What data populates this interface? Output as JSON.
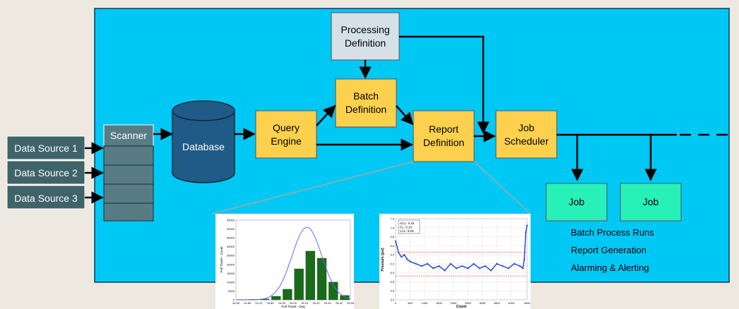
{
  "colors": {
    "page_bg": "#ede9e0",
    "panel_bg": "#00c8f5",
    "process_box": "#fdd14d",
    "definition_box": "#d6e1e7",
    "source_box": "#3e6369",
    "scanner_box": "#587c84",
    "database": "#1f5b86",
    "job_box": "#27f0b8",
    "bar_fill": "#1a6b1a",
    "line_series": "#1f3fe0",
    "limit_line": "#e03030"
  },
  "sources": [
    "Data Source 1",
    "Data Source 2",
    "Data Source 3"
  ],
  "scanner": {
    "label": "Scanner"
  },
  "database": {
    "label": "Database"
  },
  "query_engine": {
    "line1": "Query",
    "line2": "Engine"
  },
  "batch_definition": {
    "line1": "Batch",
    "line2": "Definition"
  },
  "processing_definition": {
    "line1": "Processing",
    "line2": "Definition"
  },
  "report_definition": {
    "line1": "Report",
    "line2": "Definition"
  },
  "job_scheduler": {
    "line1": "Job",
    "line2": "Scheduler"
  },
  "jobs": [
    "Job",
    "Job"
  ],
  "outputs": [
    "Batch Process Runs",
    "Report Generation",
    "Alarming & Alerting"
  ],
  "chart_data": [
    {
      "type": "bar",
      "title": "",
      "xlabel": "Pull Travel - Deg",
      "ylabel": "Pull Travel - Count",
      "categories": [
        "24.50",
        "24.60",
        "24.70",
        "24.80",
        "24.90",
        "25.00",
        "25.10",
        "25.20",
        "25.30",
        "25.40",
        "25.50"
      ],
      "values": [
        200,
        300,
        500,
        2000,
        6000,
        17500,
        27500,
        23500,
        10000,
        2500,
        0
      ],
      "yticks": [
        "0",
        "5000",
        "10000",
        "15000",
        "20000",
        "25000",
        "30000",
        "35000",
        "40000",
        "45000"
      ],
      "ylim": [
        0,
        45000
      ],
      "overlay": "normal-curve"
    },
    {
      "type": "line",
      "title": "",
      "xlabel": "Count",
      "ylabel": "Pressure (psi)",
      "xticks": [
        "0",
        "500",
        "1000",
        "1500",
        "2000",
        "2500",
        "3000",
        "3500",
        "4000",
        "4545"
      ],
      "yticks": [
        "5.4",
        "5.6",
        "5.8",
        "6.0",
        "6.2",
        "6.4",
        "6.6",
        "6.8",
        "7.0",
        "7.2"
      ],
      "xlim": [
        0,
        4545
      ],
      "ylim": [
        5.4,
        7.2
      ],
      "limits": {
        "ucl": 6.46,
        "cl": 6.19,
        "lcl": 5.93
      },
      "legend_lines": [
        "UCL: 6.46",
        "CL: 6.19",
        "LCL: 5.93"
      ],
      "series": [
        {
          "x": [
            0,
            100,
            200,
            300,
            400,
            500,
            700,
            900,
            1100,
            1300,
            1500,
            1700,
            1900,
            2100,
            2300,
            2500,
            2700,
            2900,
            3100,
            3300,
            3500,
            3700,
            3900,
            4100,
            4300,
            4400,
            4450,
            4500,
            4545
          ],
          "values": [
            6.7,
            6.45,
            6.35,
            6.4,
            6.3,
            6.25,
            6.2,
            6.15,
            6.2,
            6.1,
            6.15,
            6.05,
            6.2,
            6.1,
            6.15,
            6.1,
            6.2,
            6.1,
            6.15,
            6.05,
            6.2,
            6.15,
            6.1,
            6.2,
            6.15,
            6.1,
            6.3,
            6.9,
            7.05
          ]
        }
      ]
    }
  ]
}
